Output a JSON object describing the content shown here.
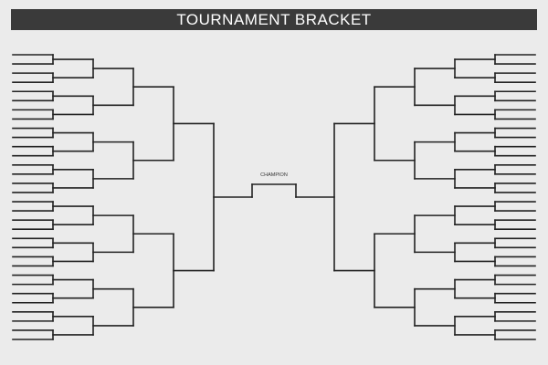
{
  "header": {
    "title": "TOURNAMENT BRACKET"
  },
  "bracket": {
    "champion_label": "CHAMPION",
    "teams_per_side": 32,
    "rounds_per_side": 5,
    "line_color": "#222222",
    "background_color": "#ebebeb",
    "banner_color": "#3a3a3a",
    "banner_text_color": "#ffffff"
  }
}
